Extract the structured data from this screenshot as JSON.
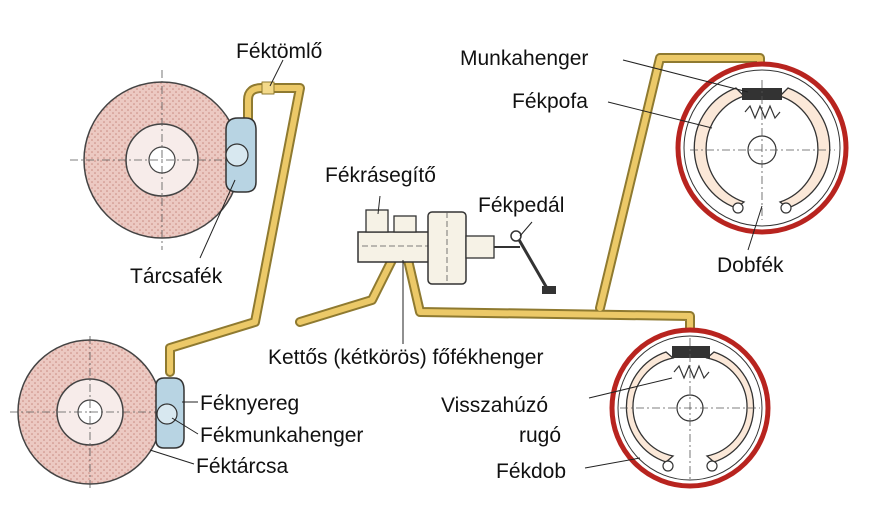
{
  "labels": {
    "fektomlo": "Féktömlő",
    "tarcsafek": "Tárcsafék",
    "feknyereg": "Féknyereg",
    "fekmunkahenger": "Fékmunkahenger",
    "fektarcsa": "Féktárcsa",
    "fekrasegito": "Fékrásegítő",
    "fekpedal": "Fékpedál",
    "fofekhenger": "Kettős (kétkörös) főfékhenger",
    "munkahenger": "Munkahenger",
    "fekpofa": "Fékpofa",
    "dobfek": "Dobfék",
    "visszahuzo": "Visszahúzó",
    "rugo": "rugó",
    "fekdob": "Fékdob"
  },
  "colors": {
    "disc": "#ecc9c2",
    "disc_dots": "#c98a80",
    "caliper": "#b8d4e3",
    "brake_line": "#ecc968",
    "brake_line_edge": "#8f7a30",
    "drum_ring": "#b8241f",
    "shoe": "#fbe8d8",
    "master": "#f6f2e6"
  }
}
